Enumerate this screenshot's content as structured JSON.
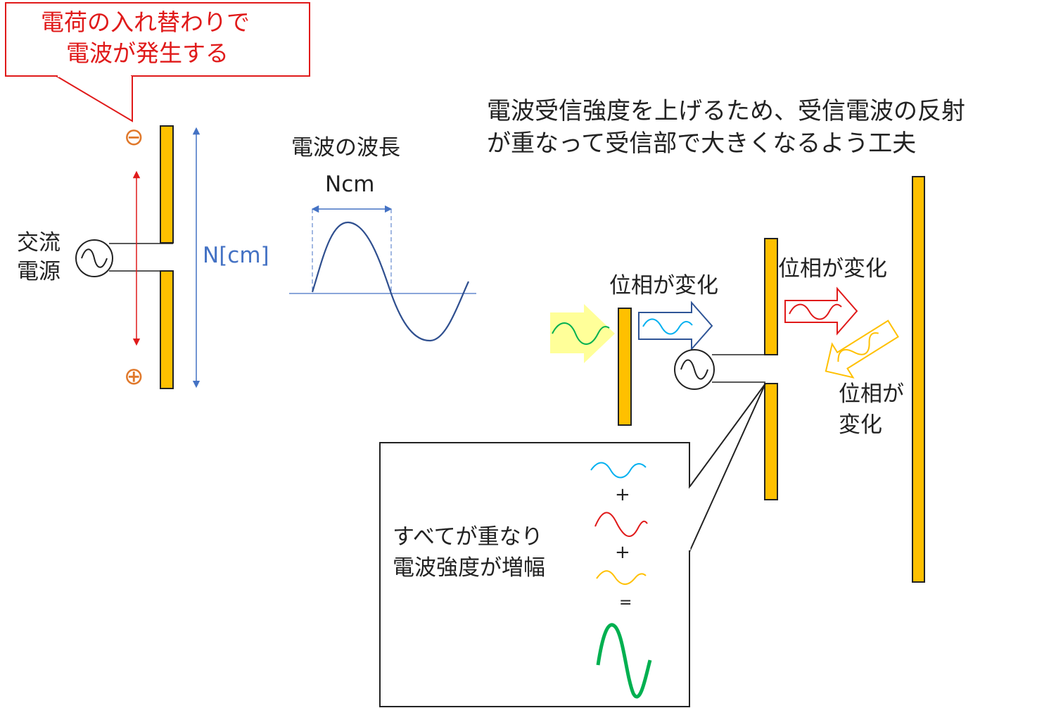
{
  "callout": {
    "line1": "電荷の入れ替わりで",
    "line2": "電波が発生する",
    "color": "#e01a1a"
  },
  "charge": {
    "minus": "⊖",
    "plus": "⊕",
    "color": "#e0782a"
  },
  "source": {
    "line1": "交流",
    "line2": "電源"
  },
  "antenna_length": {
    "label": "N[cm]",
    "color": "#4472c4"
  },
  "wavelength": {
    "title": "電波の波長",
    "span_label": "Ncm",
    "color": "#2f4f8f"
  },
  "headline": {
    "line1": "電波受信強度を上げるため、受信電波の反射",
    "line2": "が重なって受信部で大きくなるよう工夫"
  },
  "phase": {
    "label1": "位相が変化",
    "label2": "位相が変化",
    "label3_line1": "位相が",
    "label3_line2": "変化"
  },
  "summary": {
    "line1": "すべてが重なり",
    "line2": "電波強度が増幅",
    "plus1": "+",
    "plus2": "+",
    "equals": "="
  },
  "colors": {
    "element": "#ffc000",
    "element_outline": "#222222",
    "wave_green": "#00b050",
    "wave_blue": "#00b0f0",
    "wave_red": "#e01a1a",
    "wave_yellow": "#ffc000",
    "incoming_arrow": "#ffff99",
    "blue_arrow": "#2f5597"
  }
}
